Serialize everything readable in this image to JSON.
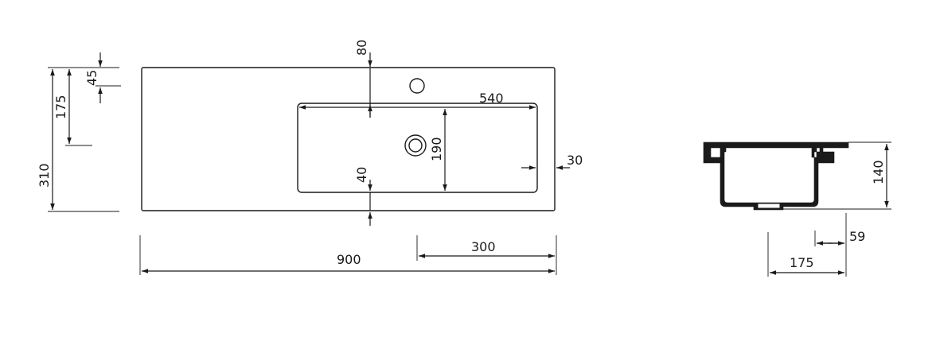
{
  "top_view": {
    "dimensions": {
      "overall_depth": "310",
      "tap_hole_offset": "175",
      "tap_hole_from_back": "45",
      "back_rim": "80",
      "bowl_width": "540",
      "bowl_depth": "190",
      "side_rim": "30",
      "front_rim": "40",
      "overall_width": "900",
      "bowl_offset": "300"
    }
  },
  "section_view": {
    "dimensions": {
      "height": "140",
      "drain_offset": "59",
      "bowl_half_width": "175"
    }
  }
}
